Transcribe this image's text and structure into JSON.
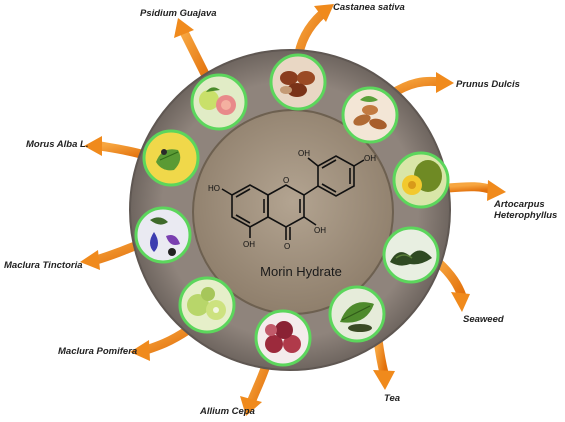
{
  "center": {
    "title": "Morin Hydrate",
    "atoms": {
      "ho_left": "HO",
      "ho_bottom": "OH",
      "oh_ring_top": "OH",
      "oh_ring_right": "OH",
      "oh_c3": "OH",
      "o_ring": "O",
      "o_keto": "O"
    }
  },
  "sources": [
    {
      "id": "castanea",
      "label": "Castanea sativa",
      "icon": "chestnut-icon"
    },
    {
      "id": "prunus",
      "label": "Prunus Dulcis",
      "icon": "almond-icon"
    },
    {
      "id": "artocarpus",
      "label": "Artocarpus Heterophyllus",
      "icon": "jackfruit-icon"
    },
    {
      "id": "seaweed",
      "label": "Seaweed",
      "icon": "seaweed-icon"
    },
    {
      "id": "tea",
      "label": "Tea",
      "icon": "tea-leaf-icon"
    },
    {
      "id": "allium",
      "label": "Allium Cepa",
      "icon": "onion-icon"
    },
    {
      "id": "pomifera",
      "label": "Maclura Pomifera",
      "icon": "osage-orange-icon"
    },
    {
      "id": "tinctoria",
      "label": "Maclura Tinctoria",
      "icon": "tinctoria-plant-icon"
    },
    {
      "id": "morus",
      "label": "Morus Alba L.",
      "icon": "mulberry-leaf-icon"
    },
    {
      "id": "psidium",
      "label": "Psidium Guajava",
      "icon": "guava-icon"
    }
  ],
  "colors": {
    "outer_ring": "#8a7f78",
    "inner_disc": "#a49481",
    "arrow": "#f08a1c",
    "bubble_border": "#5cd65c"
  }
}
